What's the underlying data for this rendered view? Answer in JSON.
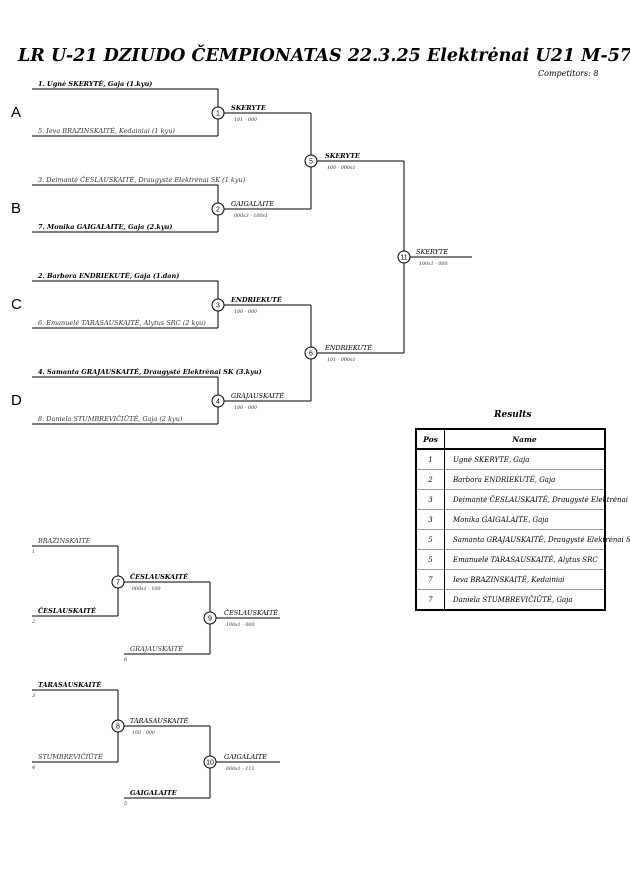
{
  "header": {
    "title": "LR U-21 DZIUDO ČEMPIONATAS  22.3.25  Elektrėnai   U21 M-57",
    "competitors": "Competitors: 8"
  },
  "pools": [
    "A",
    "B",
    "C",
    "D"
  ],
  "entrants": [
    {
      "text": "1. Ugnė SKERYTĖ, Gaja (1.kyu)",
      "winner": true
    },
    {
      "text": "5. Ieva BRAZINSKAITĖ, Kedainiai (1 kyu)",
      "winner": false
    },
    {
      "text": "3. Deimantė ČESLAUSKAITĖ, Draugystė Elektrėnai SK (1 kyu)",
      "winner": false
    },
    {
      "text": "7. Monika GAIGALAITE, Gaja (2.kyu)",
      "winner": true
    },
    {
      "text": "2. Barbora ENDRIEKUTĖ, Gaja (1.dan)",
      "winner": true
    },
    {
      "text": "6. Emanuelė TARASAUSKAITĖ, Alytus SRC (2 kyu)",
      "winner": false
    },
    {
      "text": "4. Samanta GRAJAUSKAITĖ, Draugystė Elektrėnai SK (3.kyu)",
      "winner": true
    },
    {
      "text": "8. Daniela STUMBREVIČIŪTĖ, Gaja (2 kyu)",
      "winner": false
    }
  ],
  "round1": [
    {
      "num": "1",
      "winner": "SKERYTE",
      "score": "101 - 000",
      "bold": true
    },
    {
      "num": "2",
      "winner": "GAIGALAITE",
      "score": "000s3 - 100s1",
      "bold": false
    },
    {
      "num": "3",
      "winner": "ENDRIEKUTĖ",
      "score": "100 - 000",
      "bold": true
    },
    {
      "num": "4",
      "winner": "GRAJAUSKAITĖ",
      "score": "100 - 000",
      "bold": false
    }
  ],
  "round2": [
    {
      "num": "5",
      "winner": "SKERYTE",
      "score": "100 - 000s1",
      "bold": true
    },
    {
      "num": "6",
      "winner": "ENDRIEKUTĖ",
      "score": "101 - 000s1",
      "bold": false
    }
  ],
  "final": {
    "num": "11",
    "winner": "SKERYTE",
    "score": "100s1 - 000"
  },
  "repechage": [
    {
      "top": {
        "name": "BRAZINSKAITĖ",
        "seed": "1",
        "bold": false
      },
      "bottom": {
        "name": "ČESLAUSKAITĖ",
        "seed": "2",
        "bold": true
      },
      "match": {
        "num": "7",
        "winner": "ČESLAUSKAITĖ",
        "score": "000s1 - 100",
        "bold": true
      },
      "opponent": {
        "name": "GRAJAUSKAITĖ",
        "seed": "6",
        "bold": false
      },
      "bronze": {
        "num": "9",
        "winner": "ČESLAUSKAITĖ",
        "score": "100s1 - 000"
      }
    },
    {
      "top": {
        "name": "TARASAUSKAITĖ",
        "seed": "3",
        "bold": true
      },
      "bottom": {
        "name": "STUMBREVIČIŪTĖ",
        "seed": "4",
        "bold": false
      },
      "match": {
        "num": "8",
        "winner": "TARASAUSKAITĖ",
        "score": "100 - 000",
        "bold": false
      },
      "opponent": {
        "name": "GAIGALAITE",
        "seed": "5",
        "bold": true
      },
      "bronze": {
        "num": "10",
        "winner": "GAIGALAITE",
        "score": "000s1 - 111"
      }
    }
  ],
  "results": {
    "title": "Results",
    "headers": {
      "pos": "Pos",
      "name": "Name"
    },
    "rows": [
      {
        "pos": "1",
        "name": "Ugnė SKERYTE, Gaja"
      },
      {
        "pos": "2",
        "name": "Barbora ENDRIEKUTĖ, Gaja"
      },
      {
        "pos": "3",
        "name": "Deimantė ČESLAUSKAITĖ, Draugystė Elektrėnai SK"
      },
      {
        "pos": "3",
        "name": "Monika GAIGALAITE, Gaja"
      },
      {
        "pos": "5",
        "name": "Samanta GRAJAUSKAITĖ, Draugystė Elektrėnai SK"
      },
      {
        "pos": "5",
        "name": "Emanuelė TARASAUSKAITĖ, Alytus SRC"
      },
      {
        "pos": "7",
        "name": "Ieva BRAZINSKAITĖ, Kedainiai"
      },
      {
        "pos": "7",
        "name": "Daniela STUMBREVIČIŪTĖ, Gaja"
      }
    ]
  }
}
